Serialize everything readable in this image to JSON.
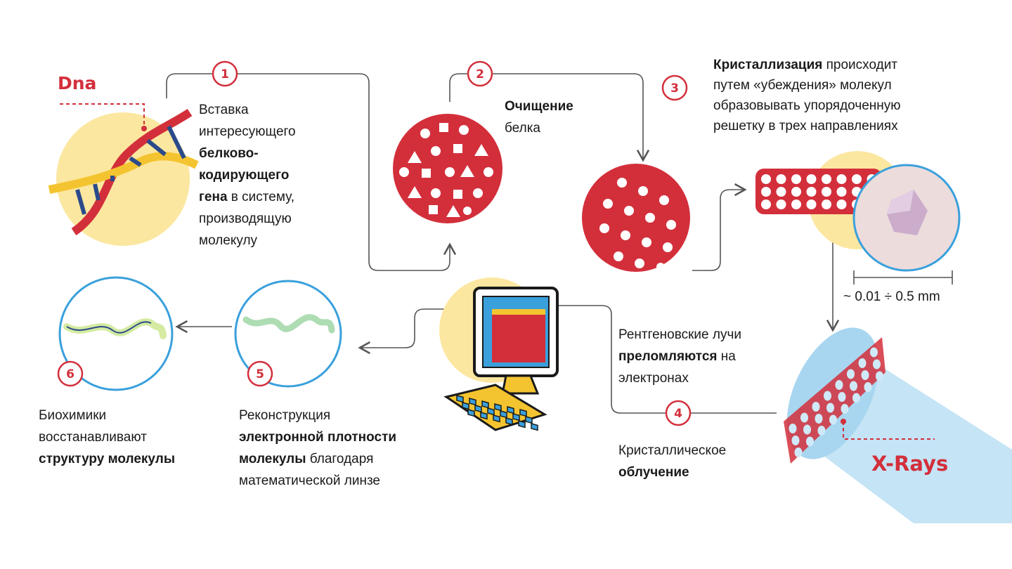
{
  "labels": {
    "dna": "Dna",
    "xrays": "X-Rays",
    "scale": "~ 0.01 ÷ 0.5 mm"
  },
  "steps": [
    {
      "number": "1",
      "lines": [
        [
          {
            "t": "Вставка",
            "b": false
          }
        ],
        [
          {
            "t": "интересующего",
            "b": false
          }
        ],
        [
          {
            "t": "белково-",
            "b": true
          }
        ],
        [
          {
            "t": "кодирующего",
            "b": true
          }
        ],
        [
          {
            "t": "гена",
            "b": true
          },
          {
            "t": " в систему,",
            "b": false
          }
        ],
        [
          {
            "t": "производящую",
            "b": false
          }
        ],
        [
          {
            "t": "молекулу",
            "b": false
          }
        ]
      ]
    },
    {
      "number": "2",
      "lines": [
        [
          {
            "t": "Очищение",
            "b": true
          }
        ],
        [
          {
            "t": "белка",
            "b": false
          }
        ]
      ]
    },
    {
      "number": "3",
      "lines": [
        [
          {
            "t": "Кристаллизация",
            "b": true
          },
          {
            "t": " происходит",
            "b": false
          }
        ],
        [
          {
            "t": "путем «убеждения» молекул",
            "b": false
          }
        ],
        [
          {
            "t": "образовывать упорядоченную",
            "b": false
          }
        ],
        [
          {
            "t": "решетку в трех направлениях",
            "b": false
          }
        ]
      ]
    },
    {
      "number": "4",
      "lines": [
        [
          {
            "t": "Кристаллическое",
            "b": false
          }
        ],
        [
          {
            "t": "облучение",
            "b": true
          }
        ]
      ],
      "note": [
        [
          {
            "t": "Рентгеновские лучи",
            "b": false
          }
        ],
        [
          {
            "t": "преломляются",
            "b": true
          },
          {
            "t": " на",
            "b": false
          }
        ],
        [
          {
            "t": "электронах",
            "b": false
          }
        ]
      ]
    },
    {
      "number": "5",
      "lines": [
        [
          {
            "t": "Реконструкция",
            "b": false
          }
        ],
        [
          {
            "t": "электронной плотности",
            "b": true
          }
        ],
        [
          {
            "t": "молекулы",
            "b": true
          },
          {
            "t": " благодаря",
            "b": false
          }
        ],
        [
          {
            "t": "математической линзе",
            "b": false
          }
        ]
      ]
    },
    {
      "number": "6",
      "lines": [
        [
          {
            "t": "Биохимики",
            "b": false
          }
        ],
        [
          {
            "t": "восстанавливают",
            "b": false
          }
        ],
        [
          {
            "t": "структуру молекулы",
            "b": true
          }
        ]
      ]
    }
  ],
  "colors": {
    "accent": "#d32f3b",
    "yellow": "#fce7a0",
    "blue": "#3aa0dc",
    "line": "#555555"
  }
}
